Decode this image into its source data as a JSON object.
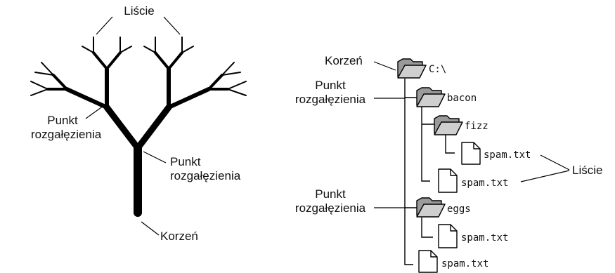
{
  "tree": {
    "leaves_label": "Liście",
    "branch_label_left": [
      "Punkt",
      "rozgałęzienia"
    ],
    "branch_label_right": [
      "Punkt",
      "rozgałęzienia"
    ],
    "root_label": "Korzeń"
  },
  "filesystem": {
    "root_label": "Korzeń",
    "root_name": "C:\\",
    "branch_label_1": [
      "Punkt",
      "rozgałęzienia"
    ],
    "branch_label_2": [
      "Punkt",
      "rozgałęzienia"
    ],
    "leaves_label": "Liście",
    "folders": {
      "bacon": "bacon",
      "fizz": "fizz",
      "eggs": "eggs"
    },
    "files": {
      "fizz_spam": "spam.txt",
      "bacon_spam": "spam.txt",
      "eggs_spam": "spam.txt",
      "root_spam": "spam.txt"
    }
  }
}
